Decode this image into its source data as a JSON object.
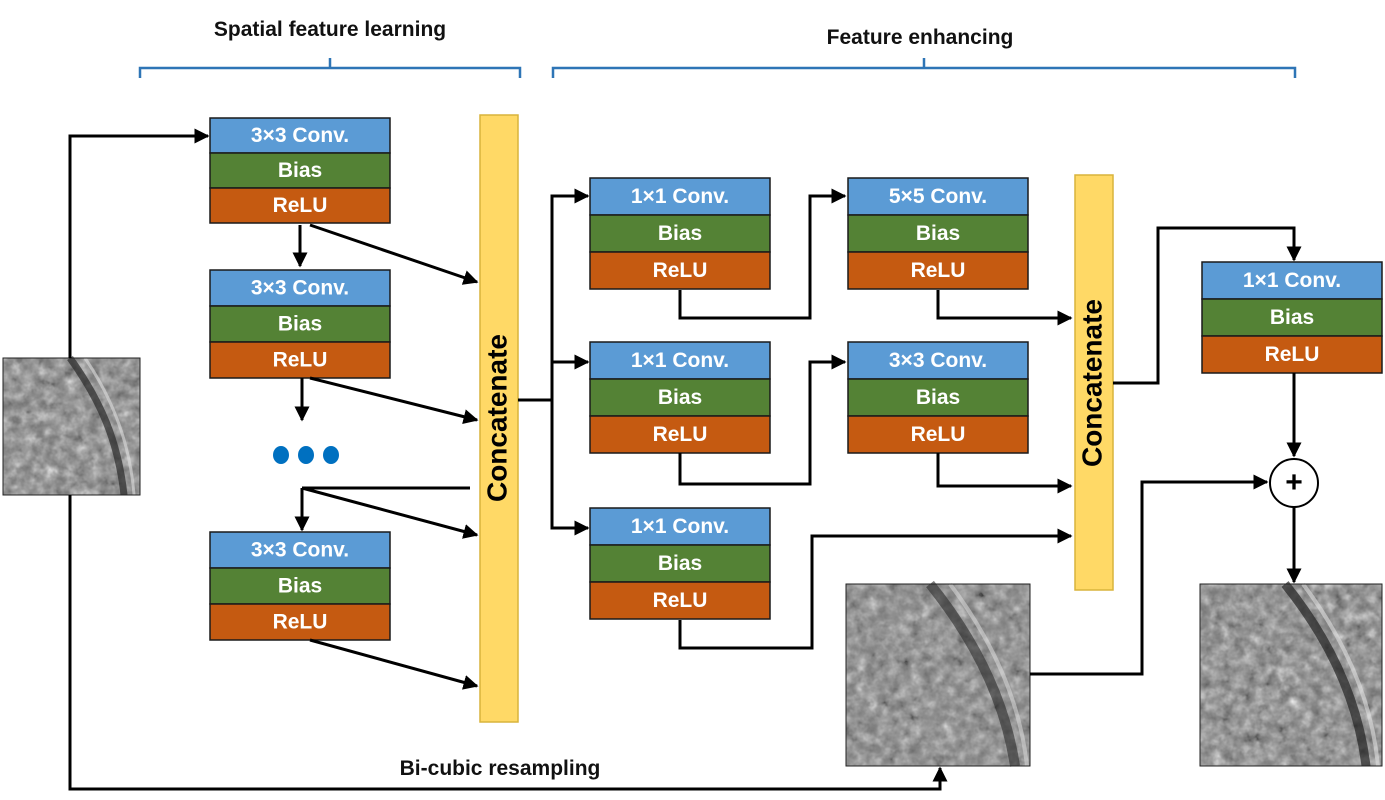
{
  "sections": {
    "spatial_feature_learning": "Spatial feature learning",
    "feature_enhancing": "Feature enhancing"
  },
  "layers": {
    "conv3x3": "3×3 Conv.",
    "conv1x1": "1×1 Conv.",
    "conv5x5": "5×5 Conv.",
    "bias": "Bias",
    "relu": "ReLU"
  },
  "concatenate": "Concatenate",
  "resampling_label": "Bi-cubic resampling",
  "sum_symbol": "+",
  "colors": {
    "conv": "#5b9bd5",
    "bias": "#548235",
    "relu": "#c55a11",
    "concat": "#ffd966",
    "concat_border": "#d9b43c",
    "bracket": "#2e75b6",
    "dots": "#0070c0",
    "text_on_block": "#ffffff"
  }
}
